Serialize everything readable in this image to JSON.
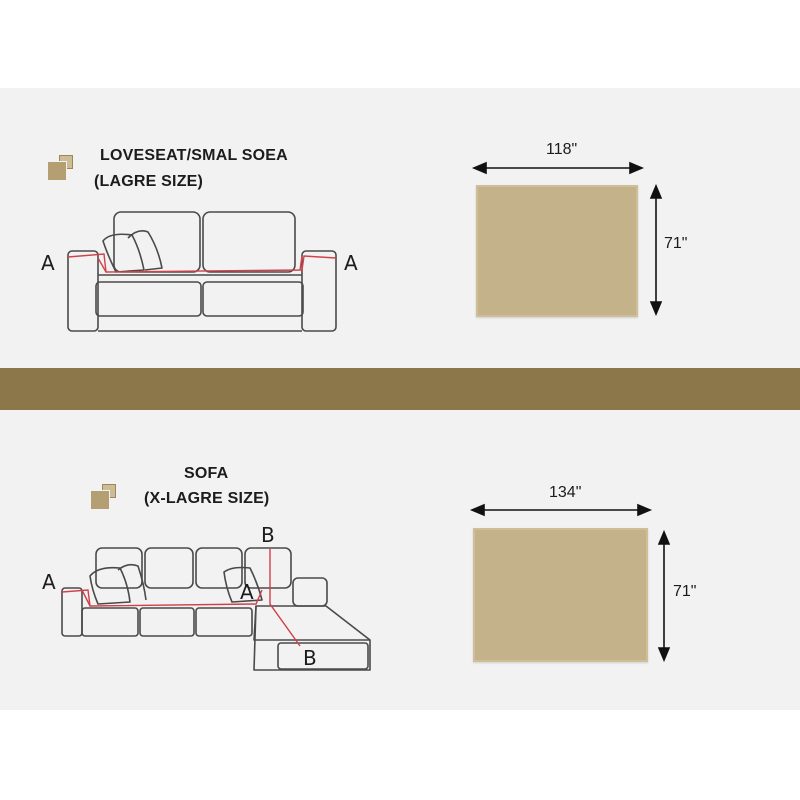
{
  "colors": {
    "panel": "#f2f2f2",
    "band": "#8b7749",
    "fabric": "#c3b28a",
    "outline": "#4a4a4a",
    "measure_line": "#d0414a"
  },
  "loveseat": {
    "title_line1": "LOVESEAT/SMAL SOEA",
    "title_line2": "(LAGRE SIZE)",
    "icon": "fabric-swatch-icon",
    "marker_left": "A",
    "marker_right": "A",
    "width_label": "118\"",
    "height_label": "71\""
  },
  "sofa": {
    "title_line1": "SOFA",
    "title_line2": "(X-LAGRE SIZE)",
    "icon": "fabric-swatch-icon",
    "marker_a_left": "A",
    "marker_a_inner": "A",
    "marker_b_top": "B",
    "marker_b_bottom": "B",
    "width_label": "134\"",
    "height_label": "71\""
  }
}
